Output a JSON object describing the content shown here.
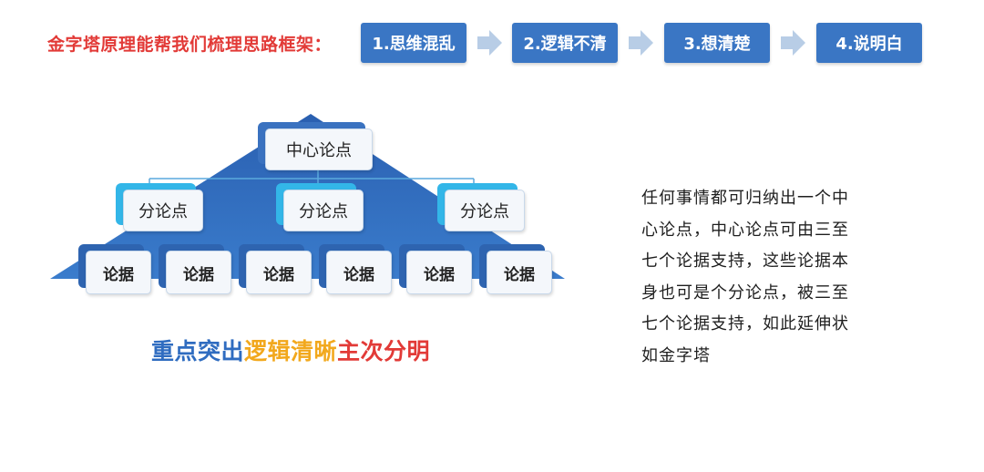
{
  "header": {
    "title": "金字塔原理能帮我们梳理思路框架：",
    "steps": [
      {
        "label": "1.思维混乱"
      },
      {
        "label": "2.逻辑不清"
      },
      {
        "label": "3.想清楚"
      },
      {
        "label": "4.说明白"
      }
    ]
  },
  "pyramid": {
    "center": "中心论点",
    "subpoints": [
      "分论点",
      "分论点",
      "分论点"
    ],
    "evidence": [
      "论据",
      "论据",
      "论据",
      "论据",
      "论据",
      "论据"
    ]
  },
  "slogan": {
    "part1": "重点突出",
    "part2": "逻辑清晰",
    "part3": "主次分明"
  },
  "description": "任何事情都可归纳出一个中心论点，中心论点可由三至七个论据支持，这些论据本身也可是个分论点，被三至七个论据支持，如此延伸状如金字塔",
  "colors": {
    "title_red": "#e23a37",
    "step_blue": "#3a76c4",
    "arrow_gray": "#b8cde6",
    "pyramid_blue": "#2f6cc0",
    "slogan_blue": "#2f6cc0",
    "slogan_orange": "#f2a81d",
    "slogan_red": "#e23a37"
  },
  "icons": {
    "flow_arrow": "right-arrow-icon"
  }
}
